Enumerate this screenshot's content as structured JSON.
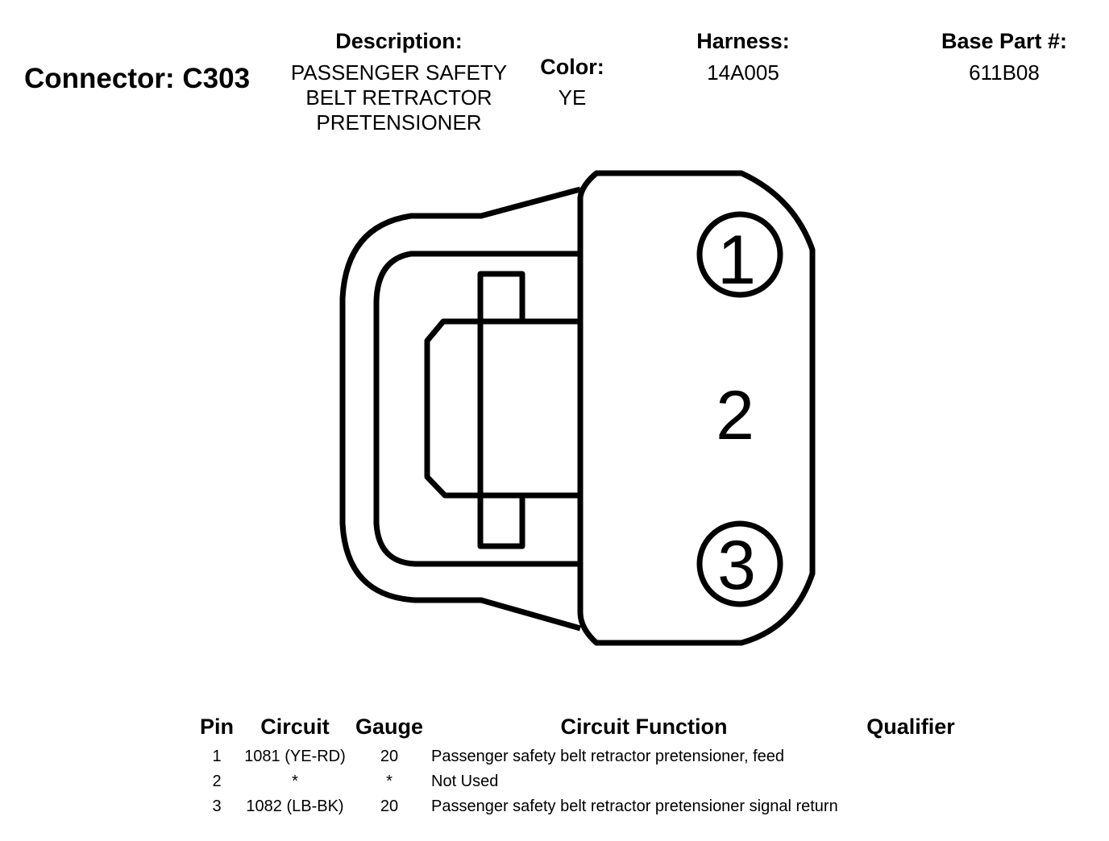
{
  "header": {
    "connector_label": "Connector: C303",
    "description_label": "Description:",
    "description_lines": [
      "PASSENGER SAFETY",
      "BELT RETRACTOR",
      "PRETENSIONER"
    ],
    "color_label": "Color:",
    "color_value": "YE",
    "harness_label": "Harness:",
    "harness_value": "14A005",
    "base_part_label": "Base Part #:",
    "base_part_value": "611B08"
  },
  "diagram": {
    "pin_labels": [
      "1",
      "2",
      "3"
    ]
  },
  "table": {
    "headers": {
      "pin": "Pin",
      "circuit": "Circuit",
      "gauge": "Gauge",
      "function": "Circuit Function",
      "qualifier": "Qualifier"
    },
    "rows": [
      {
        "pin": "1",
        "circuit": "1081 (YE-RD)",
        "gauge": "20",
        "function": "Passenger safety belt retractor pretensioner, feed"
      },
      {
        "pin": "2",
        "circuit": "*",
        "gauge": "*",
        "function": "Not Used"
      },
      {
        "pin": "3",
        "circuit": "1082 (LB-BK)",
        "gauge": "20",
        "function": "Passenger safety belt retractor pretensioner signal return"
      }
    ]
  }
}
